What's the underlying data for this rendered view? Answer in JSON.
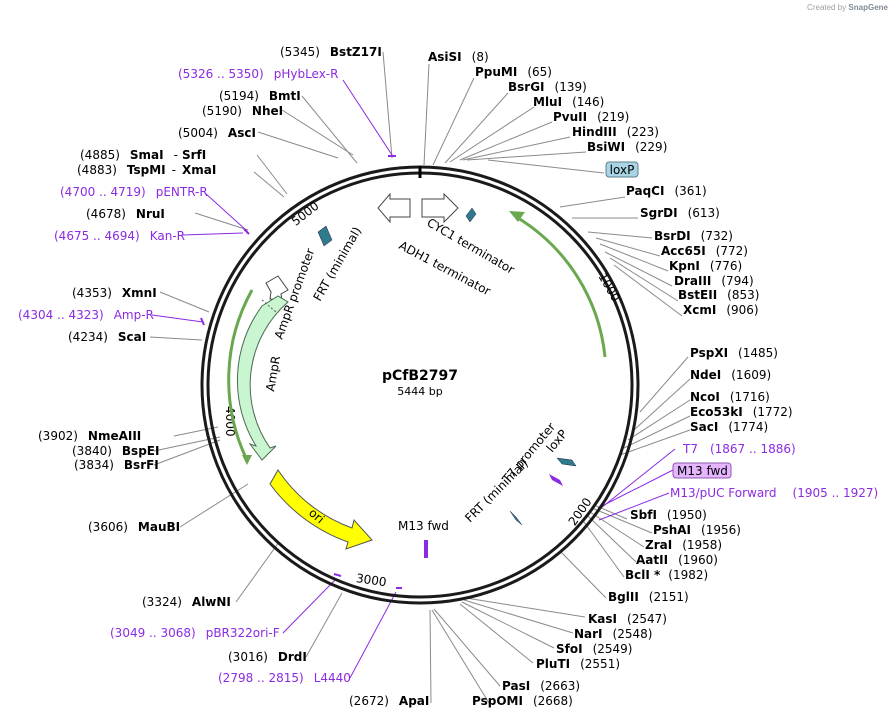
{
  "watermark": {
    "prefix": "Created by",
    "brand": "SnapGene"
  },
  "plasmid": {
    "name": "pCfB2797",
    "length_label": "5444 bp",
    "length": 5444
  },
  "tick_labels": [
    "1000",
    "2000",
    "3000",
    "4000",
    "5000"
  ],
  "sites": [
    {
      "name": "AsiSI",
      "pos": "(8)",
      "bp": 8
    },
    {
      "name": "PpuMI",
      "pos": "(65)",
      "bp": 65
    },
    {
      "name": "BsrGI",
      "pos": "(139)",
      "bp": 139
    },
    {
      "name": "MluI",
      "pos": "(146)",
      "bp": 146
    },
    {
      "name": "PvuII",
      "pos": "(219)",
      "bp": 219
    },
    {
      "name": "HindIII",
      "pos": "(223)",
      "bp": 223
    },
    {
      "name": "BsiWI",
      "pos": "(229)",
      "bp": 229
    },
    {
      "name": "PaqCI",
      "pos": "(361)",
      "bp": 361
    },
    {
      "name": "SgrDI",
      "pos": "(613)",
      "bp": 613
    },
    {
      "name": "BsrDI",
      "pos": "(732)",
      "bp": 732
    },
    {
      "name": "Acc65I",
      "pos": "(772)",
      "bp": 772
    },
    {
      "name": "KpnI",
      "pos": "(776)",
      "bp": 776
    },
    {
      "name": "DraIII",
      "pos": "(794)",
      "bp": 794
    },
    {
      "name": "BstEII",
      "pos": "(853)",
      "bp": 853
    },
    {
      "name": "XcmI",
      "pos": "(906)",
      "bp": 906
    },
    {
      "name": "PspXI",
      "pos": "(1485)",
      "bp": 1485
    },
    {
      "name": "NdeI",
      "pos": "(1609)",
      "bp": 1609
    },
    {
      "name": "NcoI",
      "pos": "(1716)",
      "bp": 1716
    },
    {
      "name": "Eco53kI",
      "pos": "(1772)",
      "bp": 1772
    },
    {
      "name": "SacI",
      "pos": "(1774)",
      "bp": 1774
    },
    {
      "name": "SbfI",
      "pos": "(1950)",
      "bp": 1950
    },
    {
      "name": "PshAI",
      "pos": "(1956)",
      "bp": 1956
    },
    {
      "name": "ZraI",
      "pos": "(1958)",
      "bp": 1958
    },
    {
      "name": "AatII",
      "pos": "(1960)",
      "bp": 1960
    },
    {
      "name": "BclI *",
      "pos": "(1982)",
      "bp": 1982
    },
    {
      "name": "BglII",
      "pos": "(2151)",
      "bp": 2151
    },
    {
      "name": "KasI",
      "pos": "(2547)",
      "bp": 2547
    },
    {
      "name": "NarI",
      "pos": "(2548)",
      "bp": 2548
    },
    {
      "name": "SfoI",
      "pos": "(2549)",
      "bp": 2549
    },
    {
      "name": "PluTI",
      "pos": "(2551)",
      "bp": 2551
    },
    {
      "name": "PasI",
      "pos": "(2663)",
      "bp": 2663
    },
    {
      "name": "PspOMI",
      "pos": "(2668)",
      "bp": 2668
    },
    {
      "name": "ApaI",
      "pos": "(2672)",
      "bp": 2672
    },
    {
      "name": "DrdI",
      "pos": "(3016)",
      "bp": 3016
    },
    {
      "name": "AlwNI",
      "pos": "(3324)",
      "bp": 3324
    },
    {
      "name": "MauBI",
      "pos": "(3606)",
      "bp": 3606
    },
    {
      "name": "BsrFI",
      "pos": "(3834)",
      "bp": 3834
    },
    {
      "name": "BspEI",
      "pos": "(3840)",
      "bp": 3840
    },
    {
      "name": "NmeAIII",
      "pos": "(3902)",
      "bp": 3902
    },
    {
      "name": "ScaI",
      "pos": "(4234)",
      "bp": 4234
    },
    {
      "name": "XmnI",
      "pos": "(4353)",
      "bp": 4353
    },
    {
      "name": "NruI",
      "pos": "(4678)",
      "bp": 4678
    },
    {
      "name": "TspMI",
      "pos": "(4883)",
      "bp": 4883
    },
    {
      "name": "XmaI",
      "pos": "",
      "bp": 4883
    },
    {
      "name": "SmaI",
      "pos": "(4885)",
      "bp": 4885
    },
    {
      "name": "SrfI",
      "pos": "",
      "bp": 4885
    },
    {
      "name": "AscI",
      "pos": "(5004)",
      "bp": 5004
    },
    {
      "name": "NheI",
      "pos": "(5190)",
      "bp": 5190
    },
    {
      "name": "BmtI",
      "pos": "(5194)",
      "bp": 5194
    },
    {
      "name": "BstZ17I",
      "pos": "(5345)",
      "bp": 5345
    }
  ],
  "primers": [
    {
      "name": "pHybLex-R",
      "range": "(5326 .. 5350)",
      "bp": 5338
    },
    {
      "name": "pENTR-R",
      "range": "(4700 .. 4719)",
      "bp": 4710
    },
    {
      "name": "Kan-R",
      "range": "(4675 .. 4694)",
      "bp": 4685
    },
    {
      "name": "Amp-R",
      "range": "(4304 .. 4323)",
      "bp": 4314
    },
    {
      "name": "T7",
      "range": "(1867 .. 1886)",
      "bp": 1876
    },
    {
      "name": "M13 fwd",
      "range": "",
      "bp": 1890
    },
    {
      "name": "M13/pUC Forward",
      "range": "(1905 .. 1927)",
      "bp": 1916
    },
    {
      "name": "pBR322ori-F",
      "range": "(3049 .. 3068)",
      "bp": 3058
    },
    {
      "name": "L4440",
      "range": "(2798 .. 2815)",
      "bp": 2806
    }
  ],
  "features": [
    {
      "name": "loxP",
      "type": "boxed-label"
    },
    {
      "name": "CYC1 terminator",
      "type": "terminator"
    },
    {
      "name": "ADH1 terminator",
      "type": "terminator"
    },
    {
      "name": "AmpR promoter",
      "type": "promoter"
    },
    {
      "name": "FRT (minimal)",
      "type": "site"
    },
    {
      "name": "AmpR",
      "type": "CDS"
    },
    {
      "name": "ori",
      "type": "origin"
    },
    {
      "name": "M13 fwd",
      "type": "primer-bind"
    },
    {
      "name": "T7 promoter",
      "type": "promoter"
    },
    {
      "name": "loxP",
      "type": "site"
    },
    {
      "name": "FRT (minimal)",
      "type": "site"
    }
  ],
  "colors": {
    "backbone": "#1a1a1a",
    "orf_arrow": "#6aa84f",
    "ampr_fill": "#c9f5d0",
    "ori_fill": "#ffff00",
    "site_marker": "#2f7a8c",
    "primer_text": "#8b2be2",
    "loxp_box": "#a9d4e4",
    "m13_box": "#e6b5ff"
  }
}
